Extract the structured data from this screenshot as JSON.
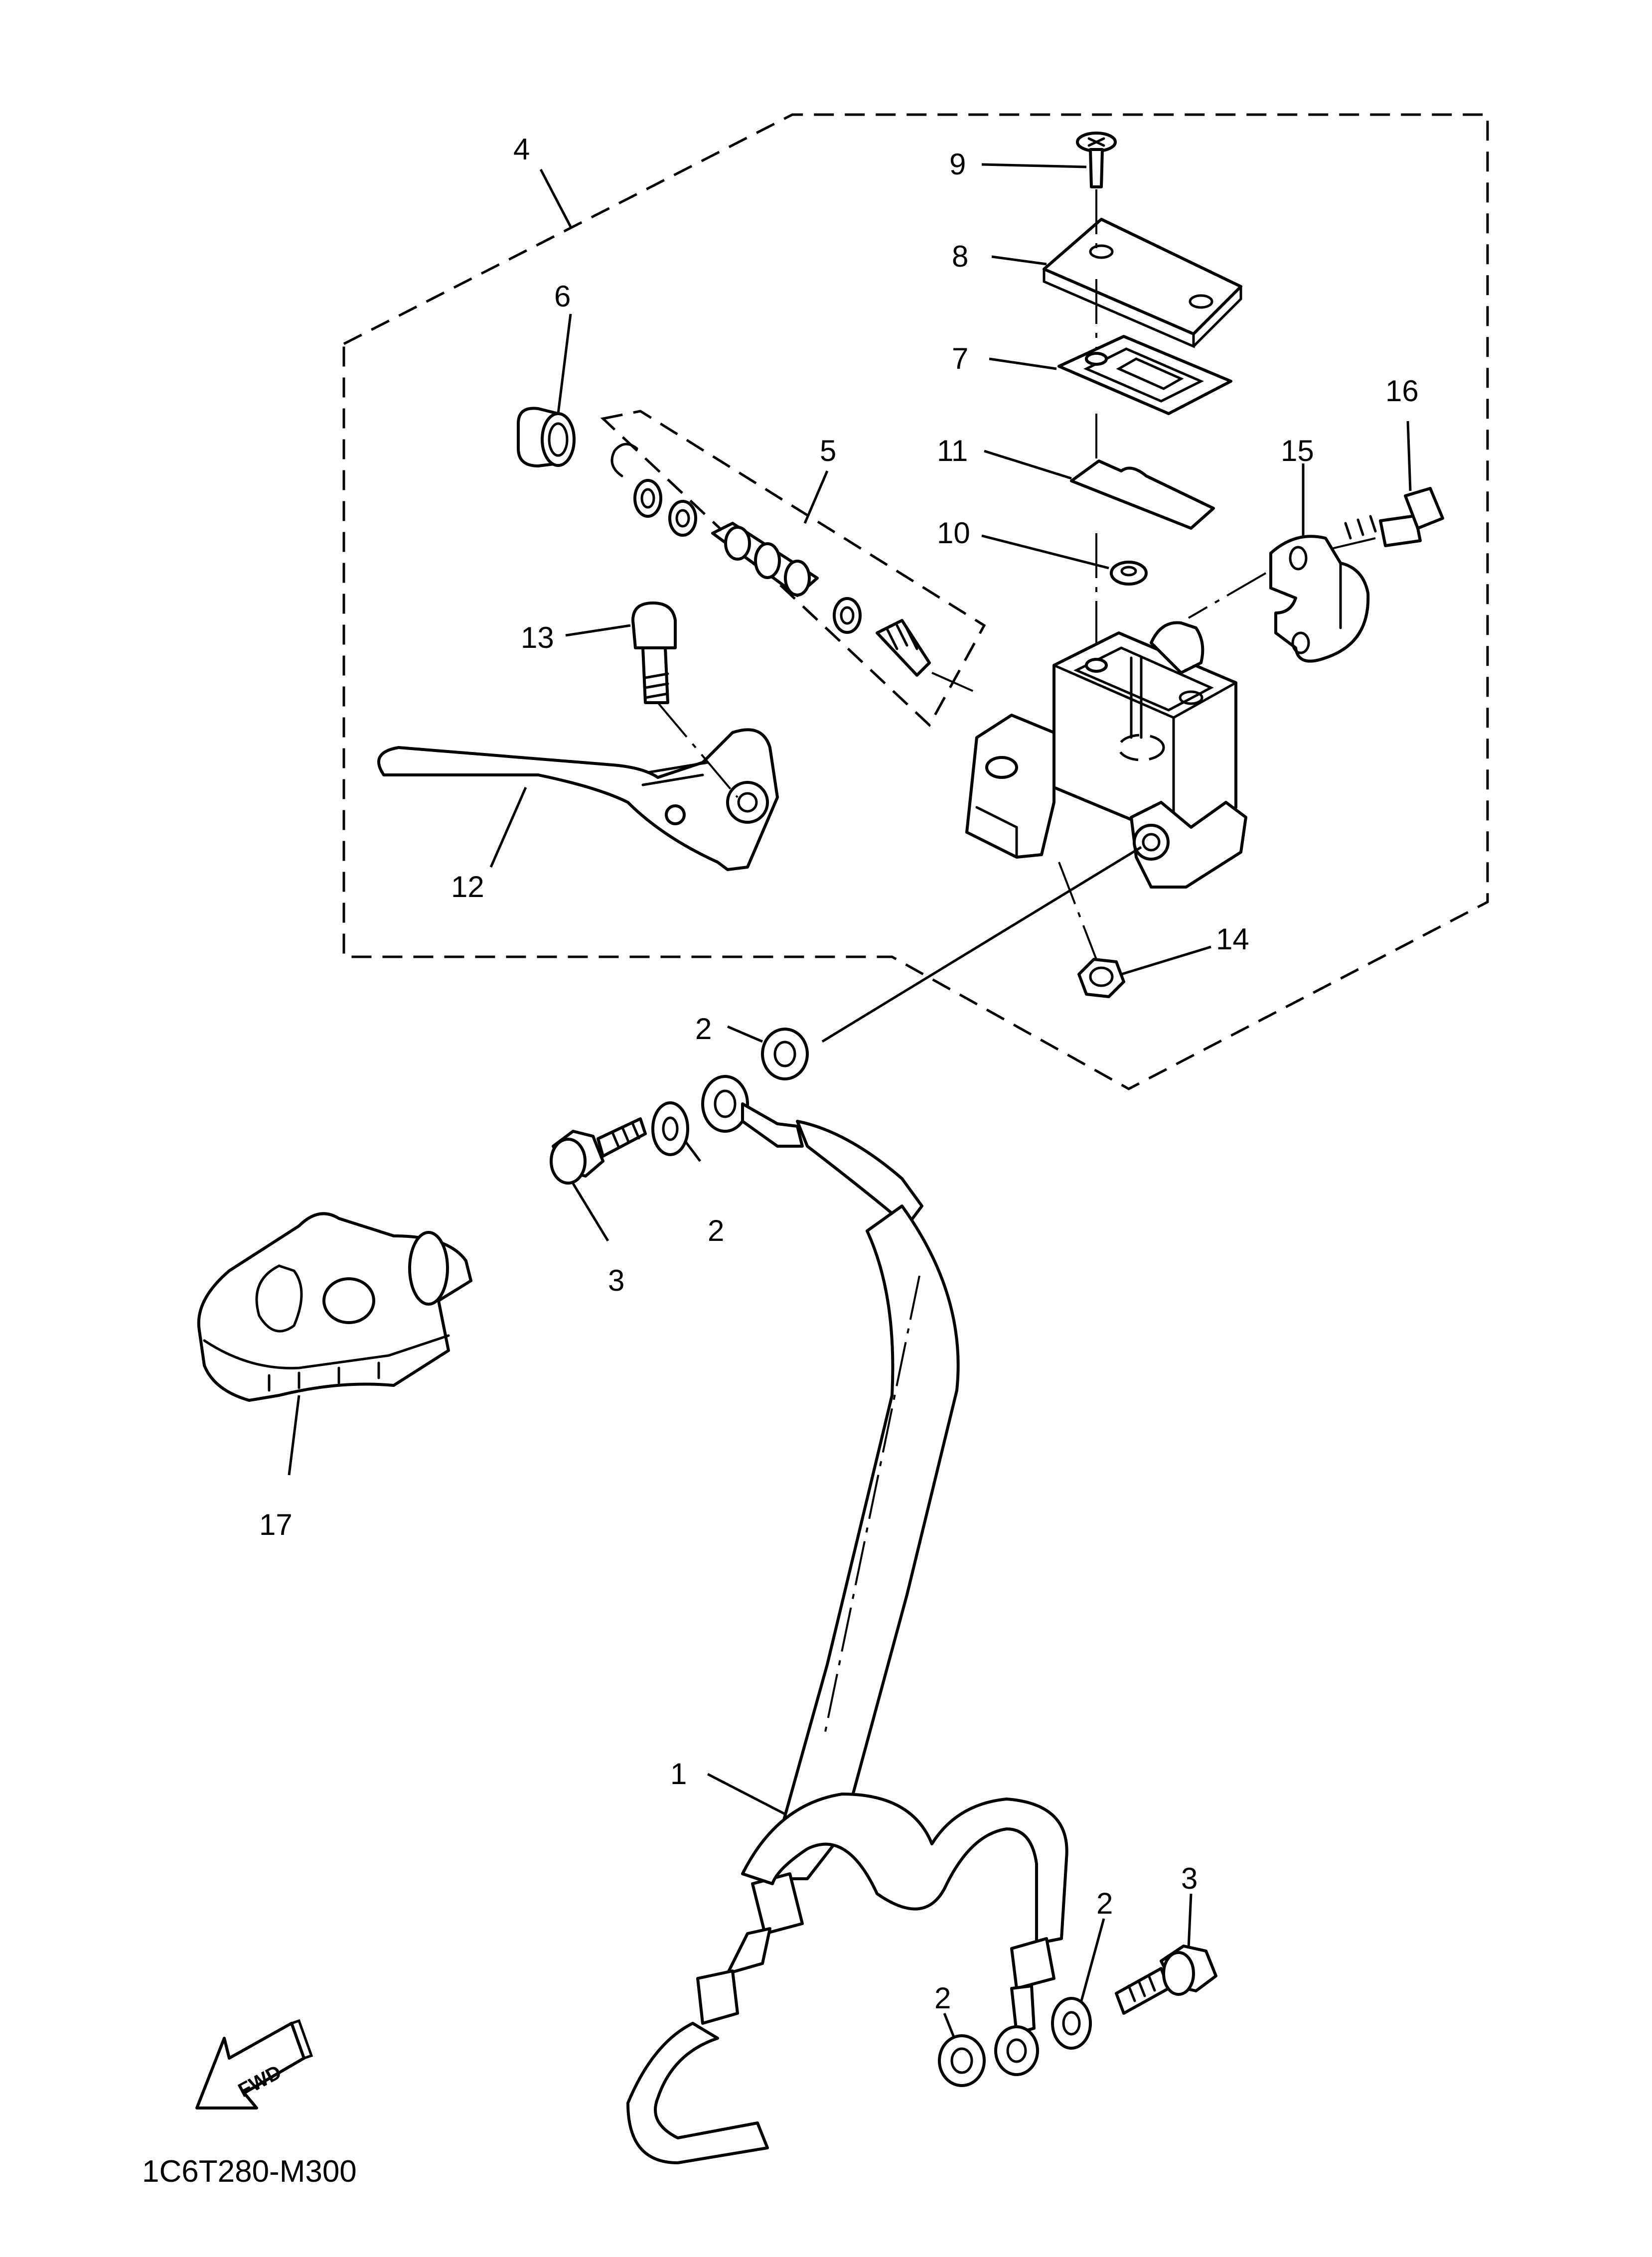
{
  "diagram": {
    "code": "1C6T280-M300",
    "fwd_label": "FWD",
    "callouts": [
      {
        "id": "c1",
        "label": "1"
      },
      {
        "id": "c2a",
        "label": "2"
      },
      {
        "id": "c2b",
        "label": "2"
      },
      {
        "id": "c2c",
        "label": "2"
      },
      {
        "id": "c2d",
        "label": "2"
      },
      {
        "id": "c3a",
        "label": "3"
      },
      {
        "id": "c3b",
        "label": "3"
      },
      {
        "id": "c4",
        "label": "4"
      },
      {
        "id": "c5",
        "label": "5"
      },
      {
        "id": "c6",
        "label": "6"
      },
      {
        "id": "c7",
        "label": "7"
      },
      {
        "id": "c8",
        "label": "8"
      },
      {
        "id": "c9",
        "label": "9"
      },
      {
        "id": "c10",
        "label": "10"
      },
      {
        "id": "c11",
        "label": "11"
      },
      {
        "id": "c12",
        "label": "12"
      },
      {
        "id": "c13",
        "label": "13"
      },
      {
        "id": "c14",
        "label": "14"
      },
      {
        "id": "c15",
        "label": "15"
      },
      {
        "id": "c16",
        "label": "16"
      },
      {
        "id": "c17",
        "label": "17"
      }
    ]
  }
}
